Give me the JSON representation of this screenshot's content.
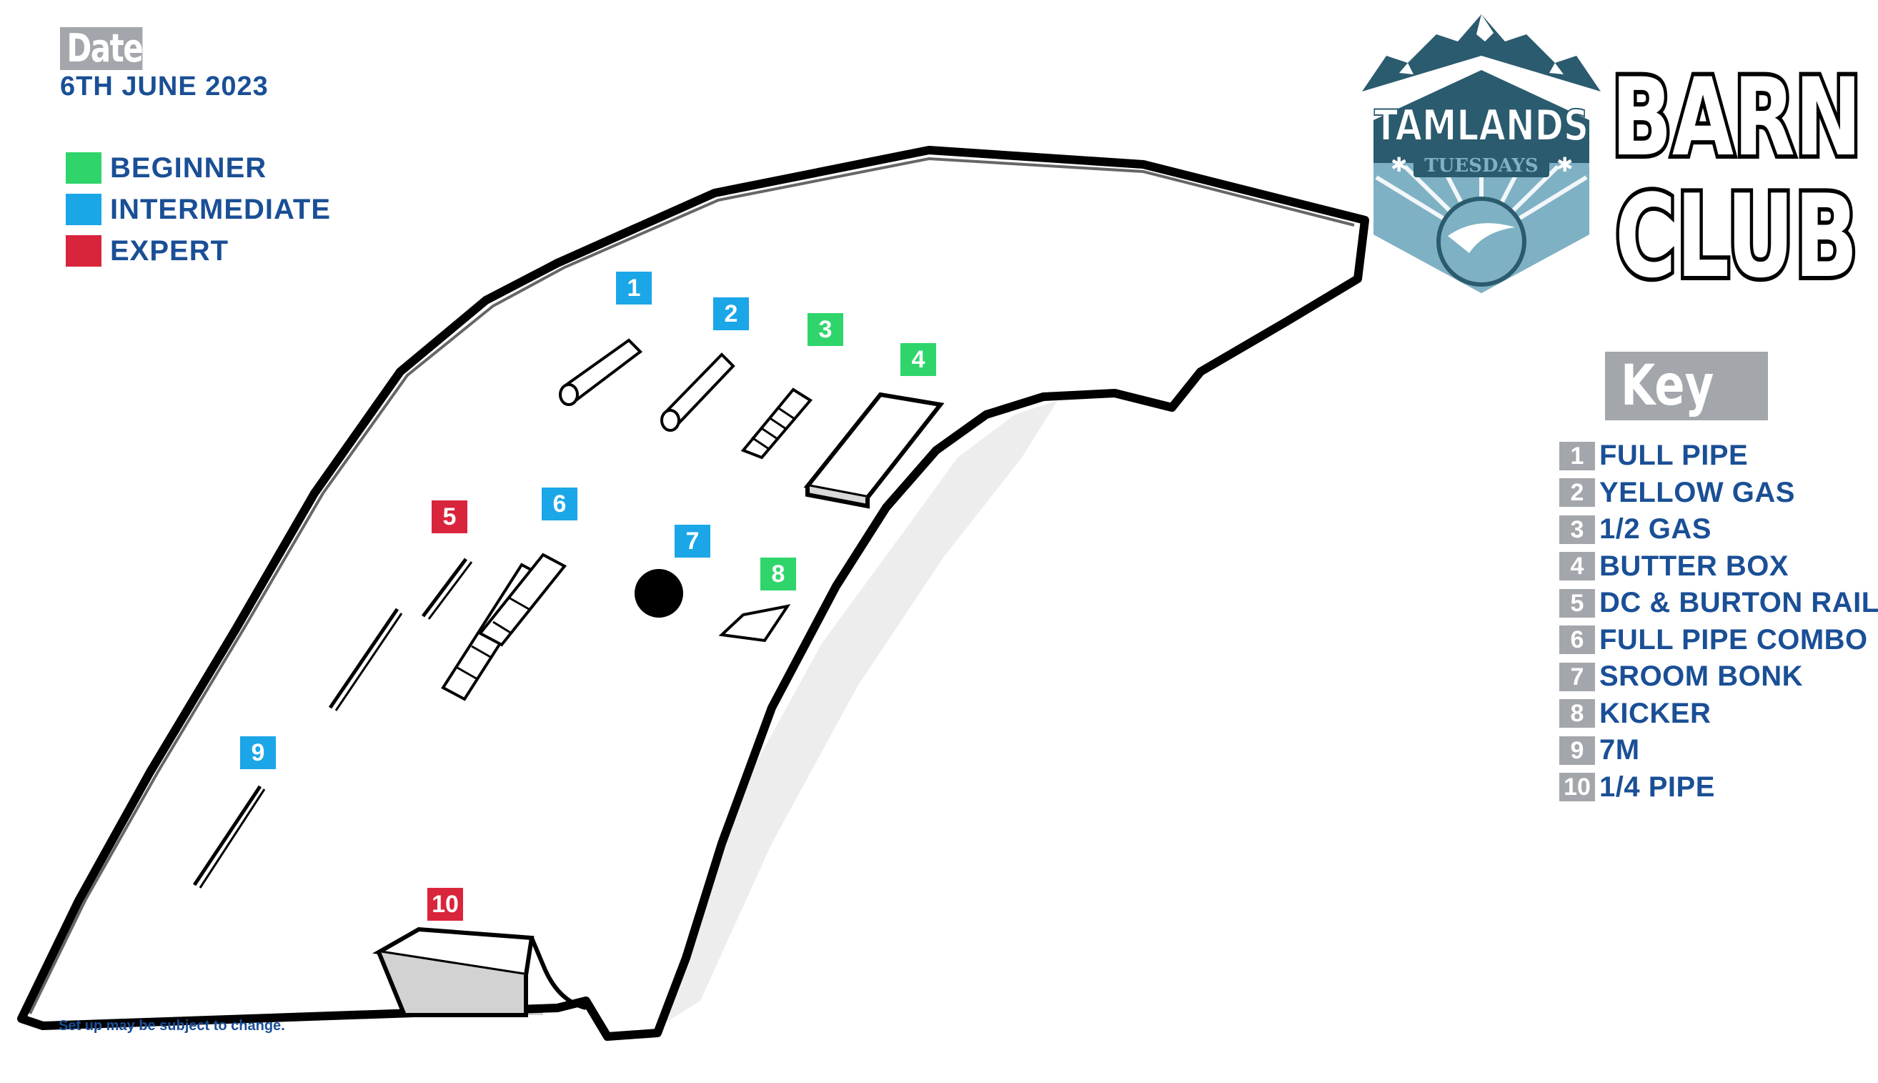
{
  "header": {
    "date_label": "Date:",
    "date_value": "6TH JUNE 2023"
  },
  "levels": [
    {
      "label": "BEGINNER",
      "color": "#2fd56b"
    },
    {
      "label": "INTERMEDIATE",
      "color": "#1ba6e8"
    },
    {
      "label": "EXPERT",
      "color": "#d9253c"
    }
  ],
  "logos": {
    "tamlands_line1": "TAMLANDS",
    "tamlands_line2": "TUESDAYS",
    "club_line1": "BARN",
    "club_line2": "CLUB"
  },
  "key": {
    "title": "Key",
    "items": [
      {
        "num": "1",
        "name": "FULL PIPE"
      },
      {
        "num": "2",
        "name": "YELLOW GAS"
      },
      {
        "num": "3",
        "name": "1/2 GAS"
      },
      {
        "num": "4",
        "name": "BUTTER BOX"
      },
      {
        "num": "5",
        "name": "DC & BURTON RAIL"
      },
      {
        "num": "6",
        "name": "FULL PIPE COMBO"
      },
      {
        "num": "7",
        "name": "SROOM BONK"
      },
      {
        "num": "8",
        "name": "KICKER"
      },
      {
        "num": "9",
        "name": "7M"
      },
      {
        "num": "10",
        "name": "1/4 PIPE"
      }
    ]
  },
  "features": [
    {
      "num": "1",
      "level": "intermediate",
      "color": "#1ba6e8"
    },
    {
      "num": "2",
      "level": "intermediate",
      "color": "#1ba6e8"
    },
    {
      "num": "3",
      "level": "beginner",
      "color": "#2fd56b"
    },
    {
      "num": "4",
      "level": "beginner",
      "color": "#2fd56b"
    },
    {
      "num": "5",
      "level": "expert",
      "color": "#d9253c"
    },
    {
      "num": "6",
      "level": "intermediate",
      "color": "#1ba6e8"
    },
    {
      "num": "7",
      "level": "intermediate",
      "color": "#1ba6e8"
    },
    {
      "num": "8",
      "level": "beginner",
      "color": "#2fd56b"
    },
    {
      "num": "9",
      "level": "intermediate",
      "color": "#1ba6e8"
    },
    {
      "num": "10",
      "level": "expert",
      "color": "#d9253c"
    }
  ],
  "footer": {
    "note": "Set up may be subject to change."
  }
}
